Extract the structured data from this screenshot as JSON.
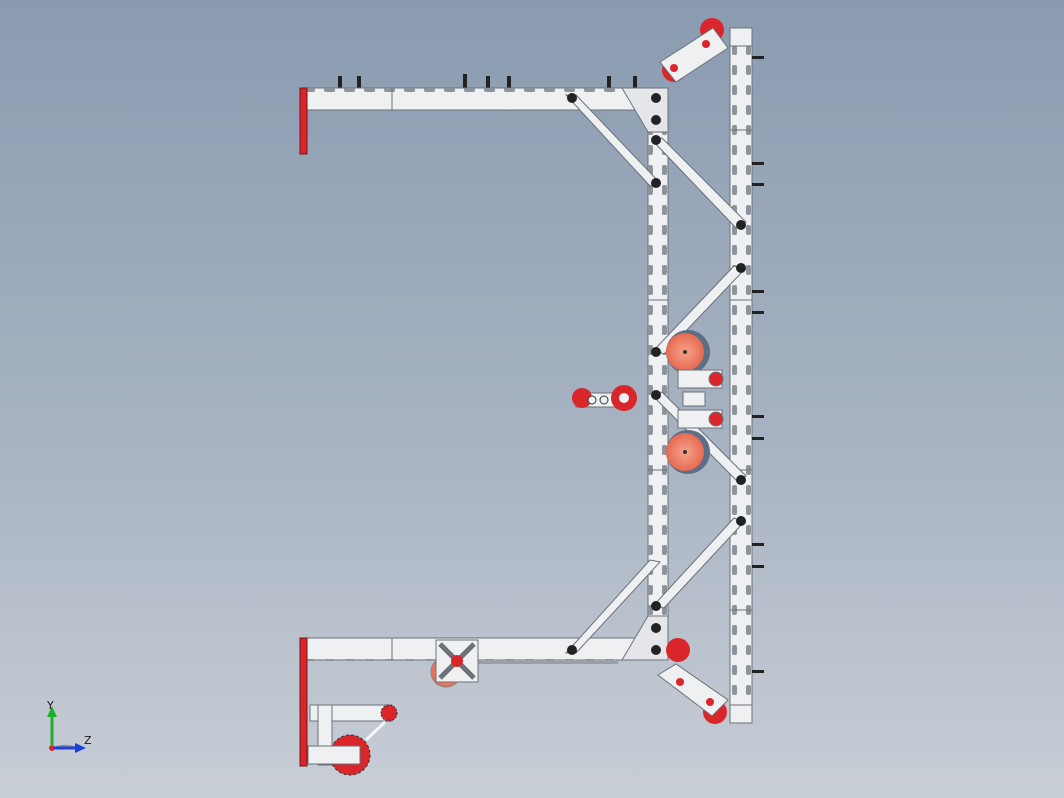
{
  "scene": {
    "background_top": "#8a9bb0",
    "background_bottom": "#c9ced6",
    "beam_fill": "#eef0f2",
    "beam_stroke": "#6c7078",
    "slot_fill": "#8d939b",
    "accent_red": "#d9262b",
    "wheel_fill": "#ef8a70",
    "wheel_rim": "#5d6e86",
    "subject": "aluminium-frame-assembly"
  },
  "triad": {
    "y_label": "Y",
    "z_label": "Z",
    "y_color": "#1fae2c",
    "z_color": "#1f3fd6"
  }
}
